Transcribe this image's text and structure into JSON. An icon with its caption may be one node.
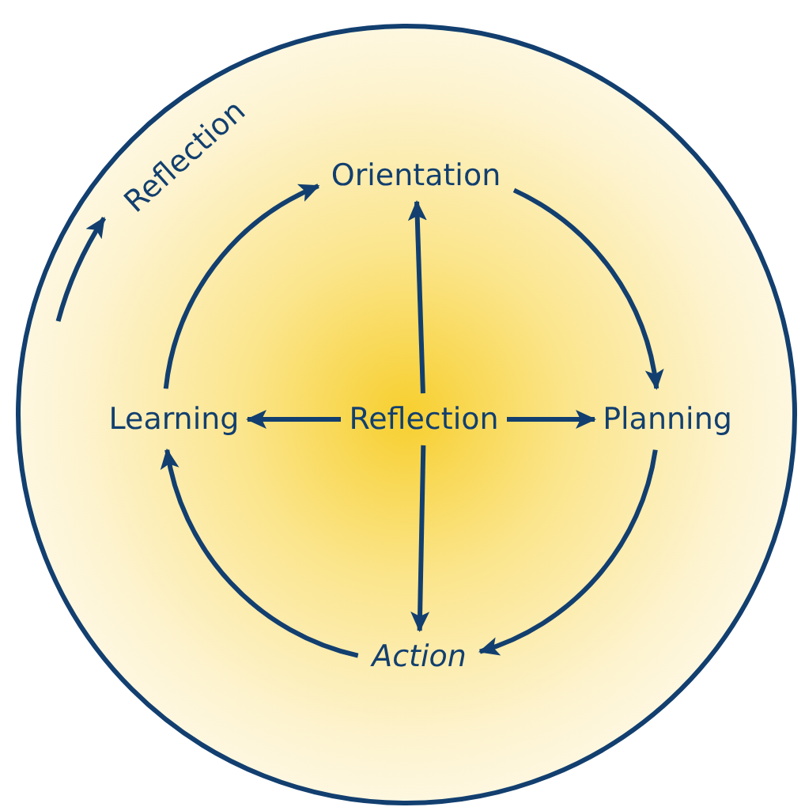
{
  "diagram": {
    "nodes": [
      {
        "text": [
          "Reflection"
        ]
      },
      {
        "text": [
          "Orientation"
        ],
        "in": 0
      },
      {
        "text": [
          "Learning"
        ],
        "in": 0
      },
      {
        "text": [
          "Reflection"
        ],
        "in": 0
      },
      {
        "text": [
          "Planning"
        ],
        "in": 0
      },
      {
        "text": [
          "Action"
        ],
        "in": 0
      }
    ],
    "edges": [
      {
        "from": 3,
        "to": 1,
        "arrow": "to"
      },
      {
        "from": 3,
        "to": 2,
        "arrow": "to"
      },
      {
        "from": 3,
        "to": 4,
        "arrow": "to"
      },
      {
        "from": 3,
        "to": 5,
        "arrow": "to"
      },
      {
        "from": 1,
        "to": 4,
        "arrow": "to"
      },
      {
        "from": 4,
        "to": 5,
        "arrow": "to"
      },
      {
        "from": 5,
        "to": 2,
        "arrow": "to"
      },
      {
        "from": 2,
        "to": 1,
        "arrow": "to"
      }
    ]
  }
}
